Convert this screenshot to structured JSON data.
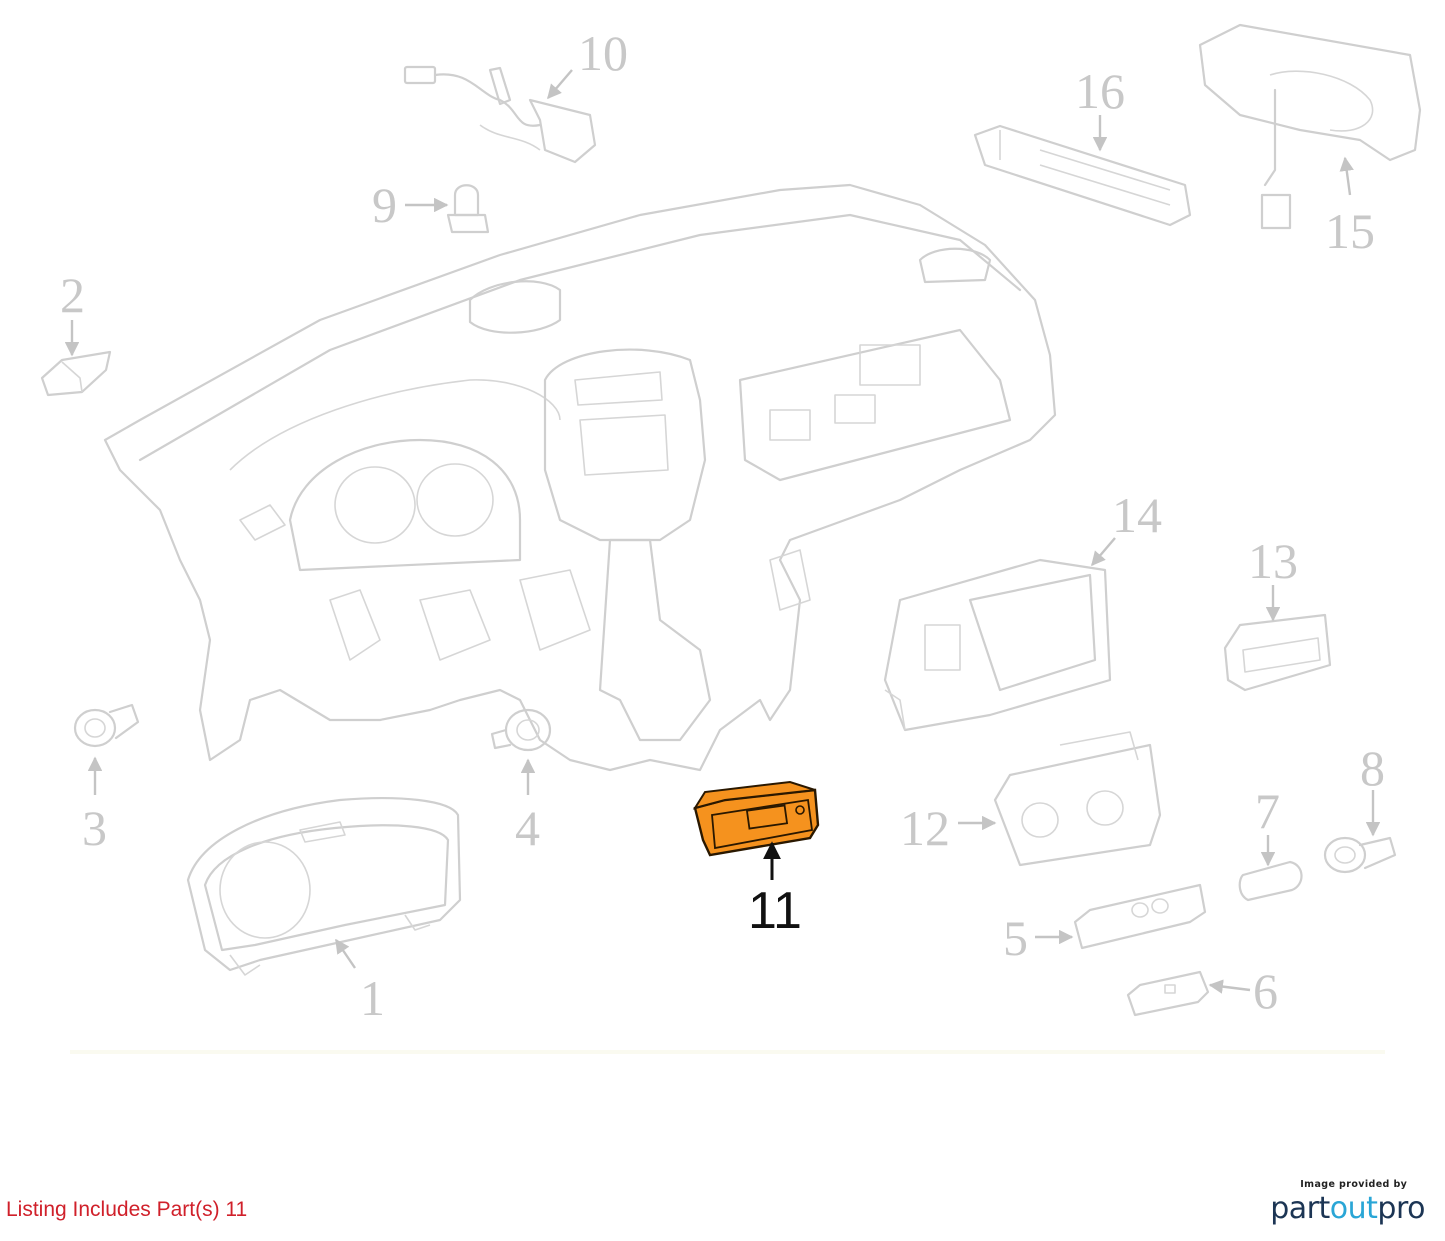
{
  "callouts": {
    "c1": "1",
    "c2": "2",
    "c3": "3",
    "c4": "4",
    "c5": "5",
    "c6": "6",
    "c7": "7",
    "c8": "8",
    "c9": "9",
    "c10": "10",
    "c11": "11",
    "c12": "12",
    "c13": "13",
    "c14": "14",
    "c15": "15",
    "c16": "16"
  },
  "highlight": {
    "part_number": "11",
    "fill_color": "#f5921e",
    "stroke_color": "#2a1800"
  },
  "footer": {
    "listing_text": "Listing Includes Part(s) 11",
    "listing_color": "#d0202a",
    "credit_text": "Image provided by",
    "brand_part": "part",
    "brand_out": "out",
    "brand_pro": "pro"
  }
}
